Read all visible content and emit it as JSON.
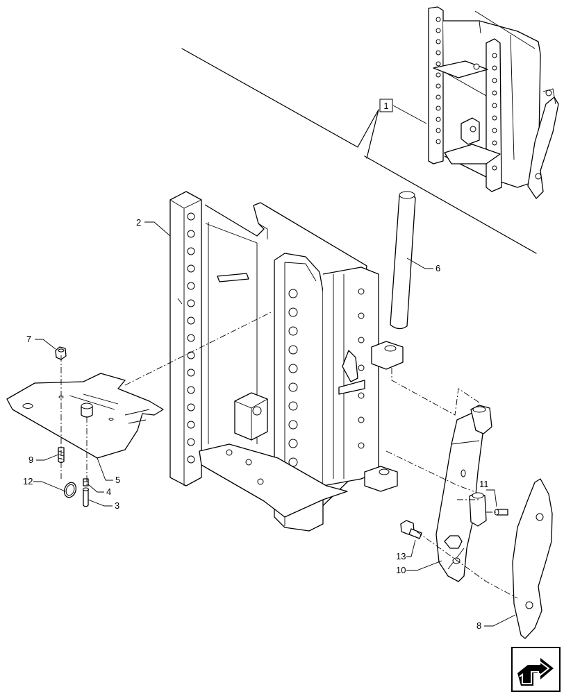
{
  "callouts": {
    "inset": "1",
    "c2": "2",
    "c3": "3",
    "c4": "4",
    "c5": "5",
    "c6": "6",
    "c7": "7",
    "c8": "8",
    "c9": "9",
    "c10": "10",
    "c11": "11",
    "c12": "12",
    "c13": "13"
  },
  "nav_icon": "next-page-arrow-icon"
}
